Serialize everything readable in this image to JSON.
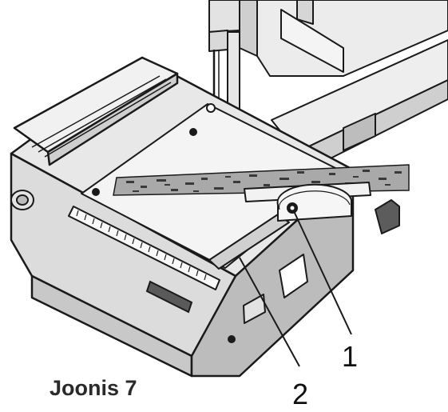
{
  "figure": {
    "caption": "Joonis 7",
    "callouts": [
      {
        "number": "1"
      },
      {
        "number": "2"
      }
    ]
  },
  "colors": {
    "outline": "#1a1a1a",
    "body_light": "#e9e9e9",
    "body_mid": "#cfcfcf",
    "body_dark": "#9e9e9e",
    "workpiece": "#a9a9a9",
    "grain": "#3a3a3a"
  },
  "icons": [
    "band-saw-illustration",
    "miter-gauge-icon",
    "wood-grain-workpiece"
  ]
}
